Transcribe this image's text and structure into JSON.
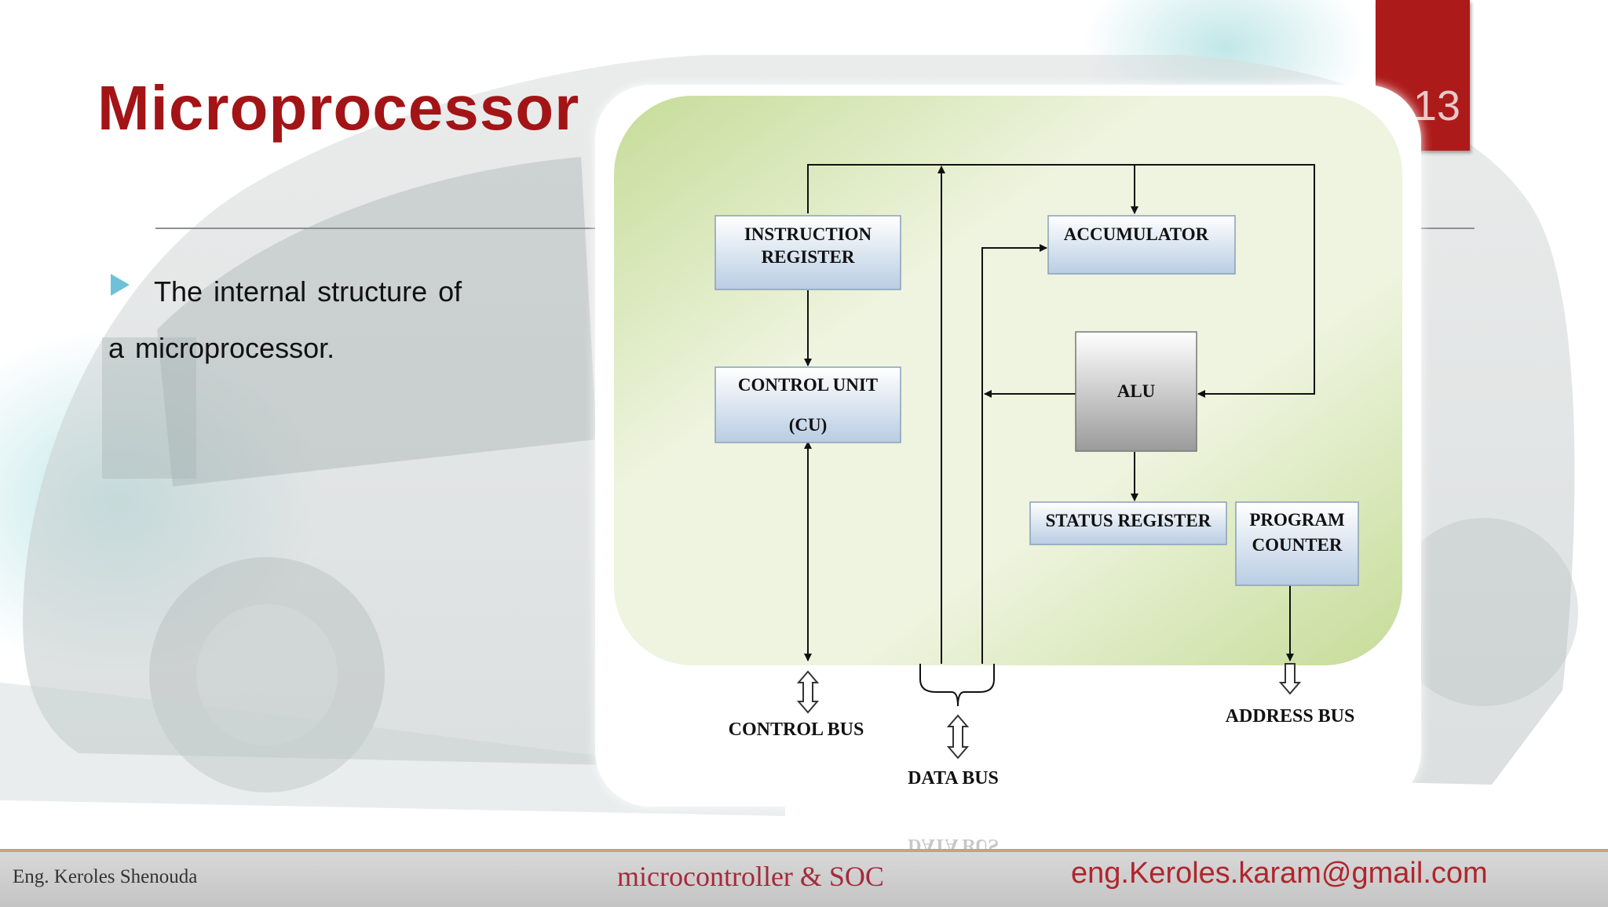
{
  "slide": {
    "title": "Microprocessor",
    "page_number": "13",
    "bullet_text": "The internal structure of a microprocessor."
  },
  "diagram": {
    "boxes": {
      "instruction_register": [
        "INSTRUCTION",
        "REGISTER"
      ],
      "accumulator": "ACCUMULATOR",
      "control_unit": [
        "CONTROL UNIT",
        "(CU)"
      ],
      "alu": "ALU",
      "status_register": "STATUS REGISTER",
      "program_counter": [
        "PROGRAM",
        "COUNTER"
      ]
    },
    "buses": {
      "control_bus": "CONTROL BUS",
      "data_bus": "DATA BUS",
      "address_bus": "ADDRESS BUS"
    }
  },
  "footer": {
    "author": "Eng. Keroles Shenouda",
    "course": "microcontroller & SOC",
    "email": "eng.Keroles.karam@gmail.com"
  },
  "colors": {
    "title_red": "#a31417",
    "page_tab_red": "#ad1a1a",
    "bullet_teal": "#6ec2d8",
    "panel_green": "#c9dea0"
  }
}
